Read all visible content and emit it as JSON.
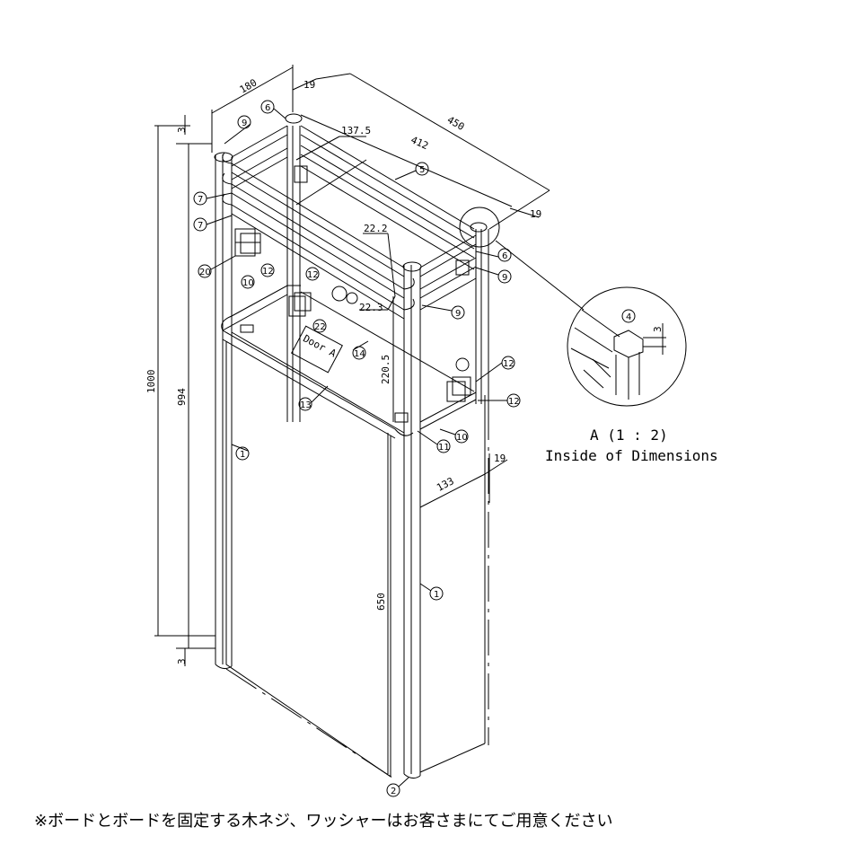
{
  "dimensions": {
    "d180": "180",
    "d19a": "19",
    "d450": "450",
    "d412": "412",
    "d19b": "19",
    "d137": "137.5",
    "d22_2": "22.2",
    "d22_3": "22.3",
    "d3top": "3",
    "d3bottom": "3",
    "d1000": "1000",
    "d994": "994",
    "d220": "220.5",
    "d650": "650",
    "d133": "133",
    "d19c": "19",
    "d3detail": "3"
  },
  "callouts": [
    "1",
    "2",
    "4",
    "5",
    "6",
    "7",
    "9",
    "10",
    "11",
    "12",
    "13",
    "14",
    "20",
    "22"
  ],
  "labels": {
    "door": "Door A",
    "detail_title": "A (1 : 2)",
    "detail_subtitle": "Inside of Dimensions"
  },
  "note": "※ボードとボードを固定する木ネジ、ワッシャーはお客さまにてご用意ください",
  "colors": {
    "line": "#000000",
    "background": "#ffffff"
  }
}
